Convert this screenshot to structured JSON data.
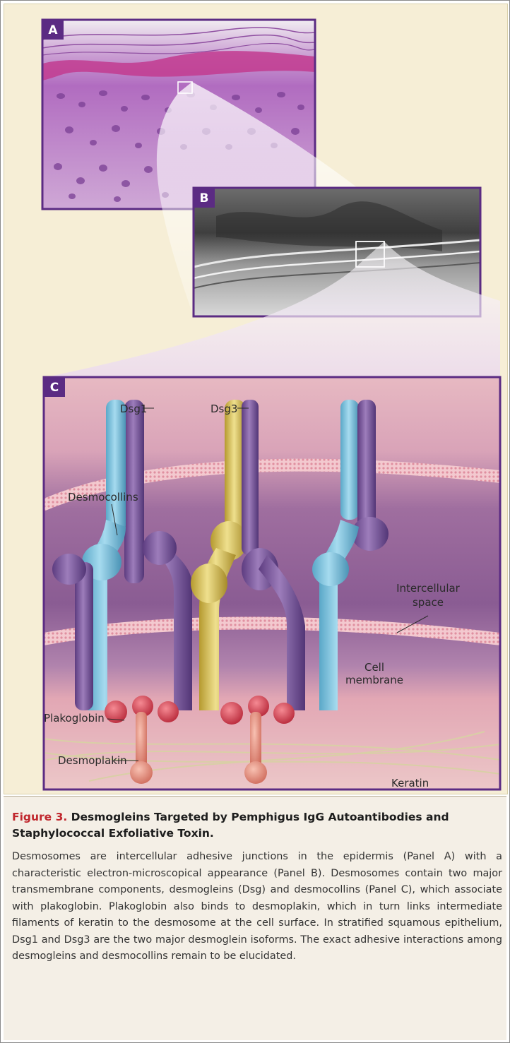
{
  "panels": {
    "a_label": "A",
    "b_label": "B",
    "c_label": "C"
  },
  "labels": {
    "dsg1": "Dsg1",
    "dsg3": "Dsg3",
    "desmocollins": "Desmocollins",
    "intercellular_space_line1": "Intercellular",
    "intercellular_space_line2": "space",
    "cell_membrane_line1": "Cell",
    "cell_membrane_line2": "membrane",
    "plakoglobin": "Plakoglobin",
    "desmoplakin": "Desmoplakin",
    "keratin": "Keratin"
  },
  "caption": {
    "figure_number": "Figure 3.",
    "title": "Desmogleins Targeted by Pemphigus IgG Autoantibodies and Staphylococcal Exfoliative Toxin.",
    "body": "Desmosomes are intercellular adhesive junctions in the epidermis (Panel A) with a characteristic electron-microscopical appearance (Panel B). Desmosomes contain two major transmembrane components, desmogleins (Dsg) and desmocollins (Panel C), which associate with plakoglobin. Plakoglobin also binds to desmoplakin, which in turn links intermediate filaments of keratin to the desmosome at the cell surface. In stratified squamous epithelium, Dsg1 and Dsg3 are the two major desmoglein isoforms. The exact adhesive interactions among desmogleins and desmocollins remain to be elucidated."
  },
  "colors": {
    "panel_border": "#5b2b83",
    "dsg1": "#7fc4de",
    "dsg3": "#d8c257",
    "desmocollin": "#7e5aa0",
    "plakoglobin": "#d9404e",
    "desmoplakin": "#e58a7a",
    "figure_number": "#c0272d"
  }
}
